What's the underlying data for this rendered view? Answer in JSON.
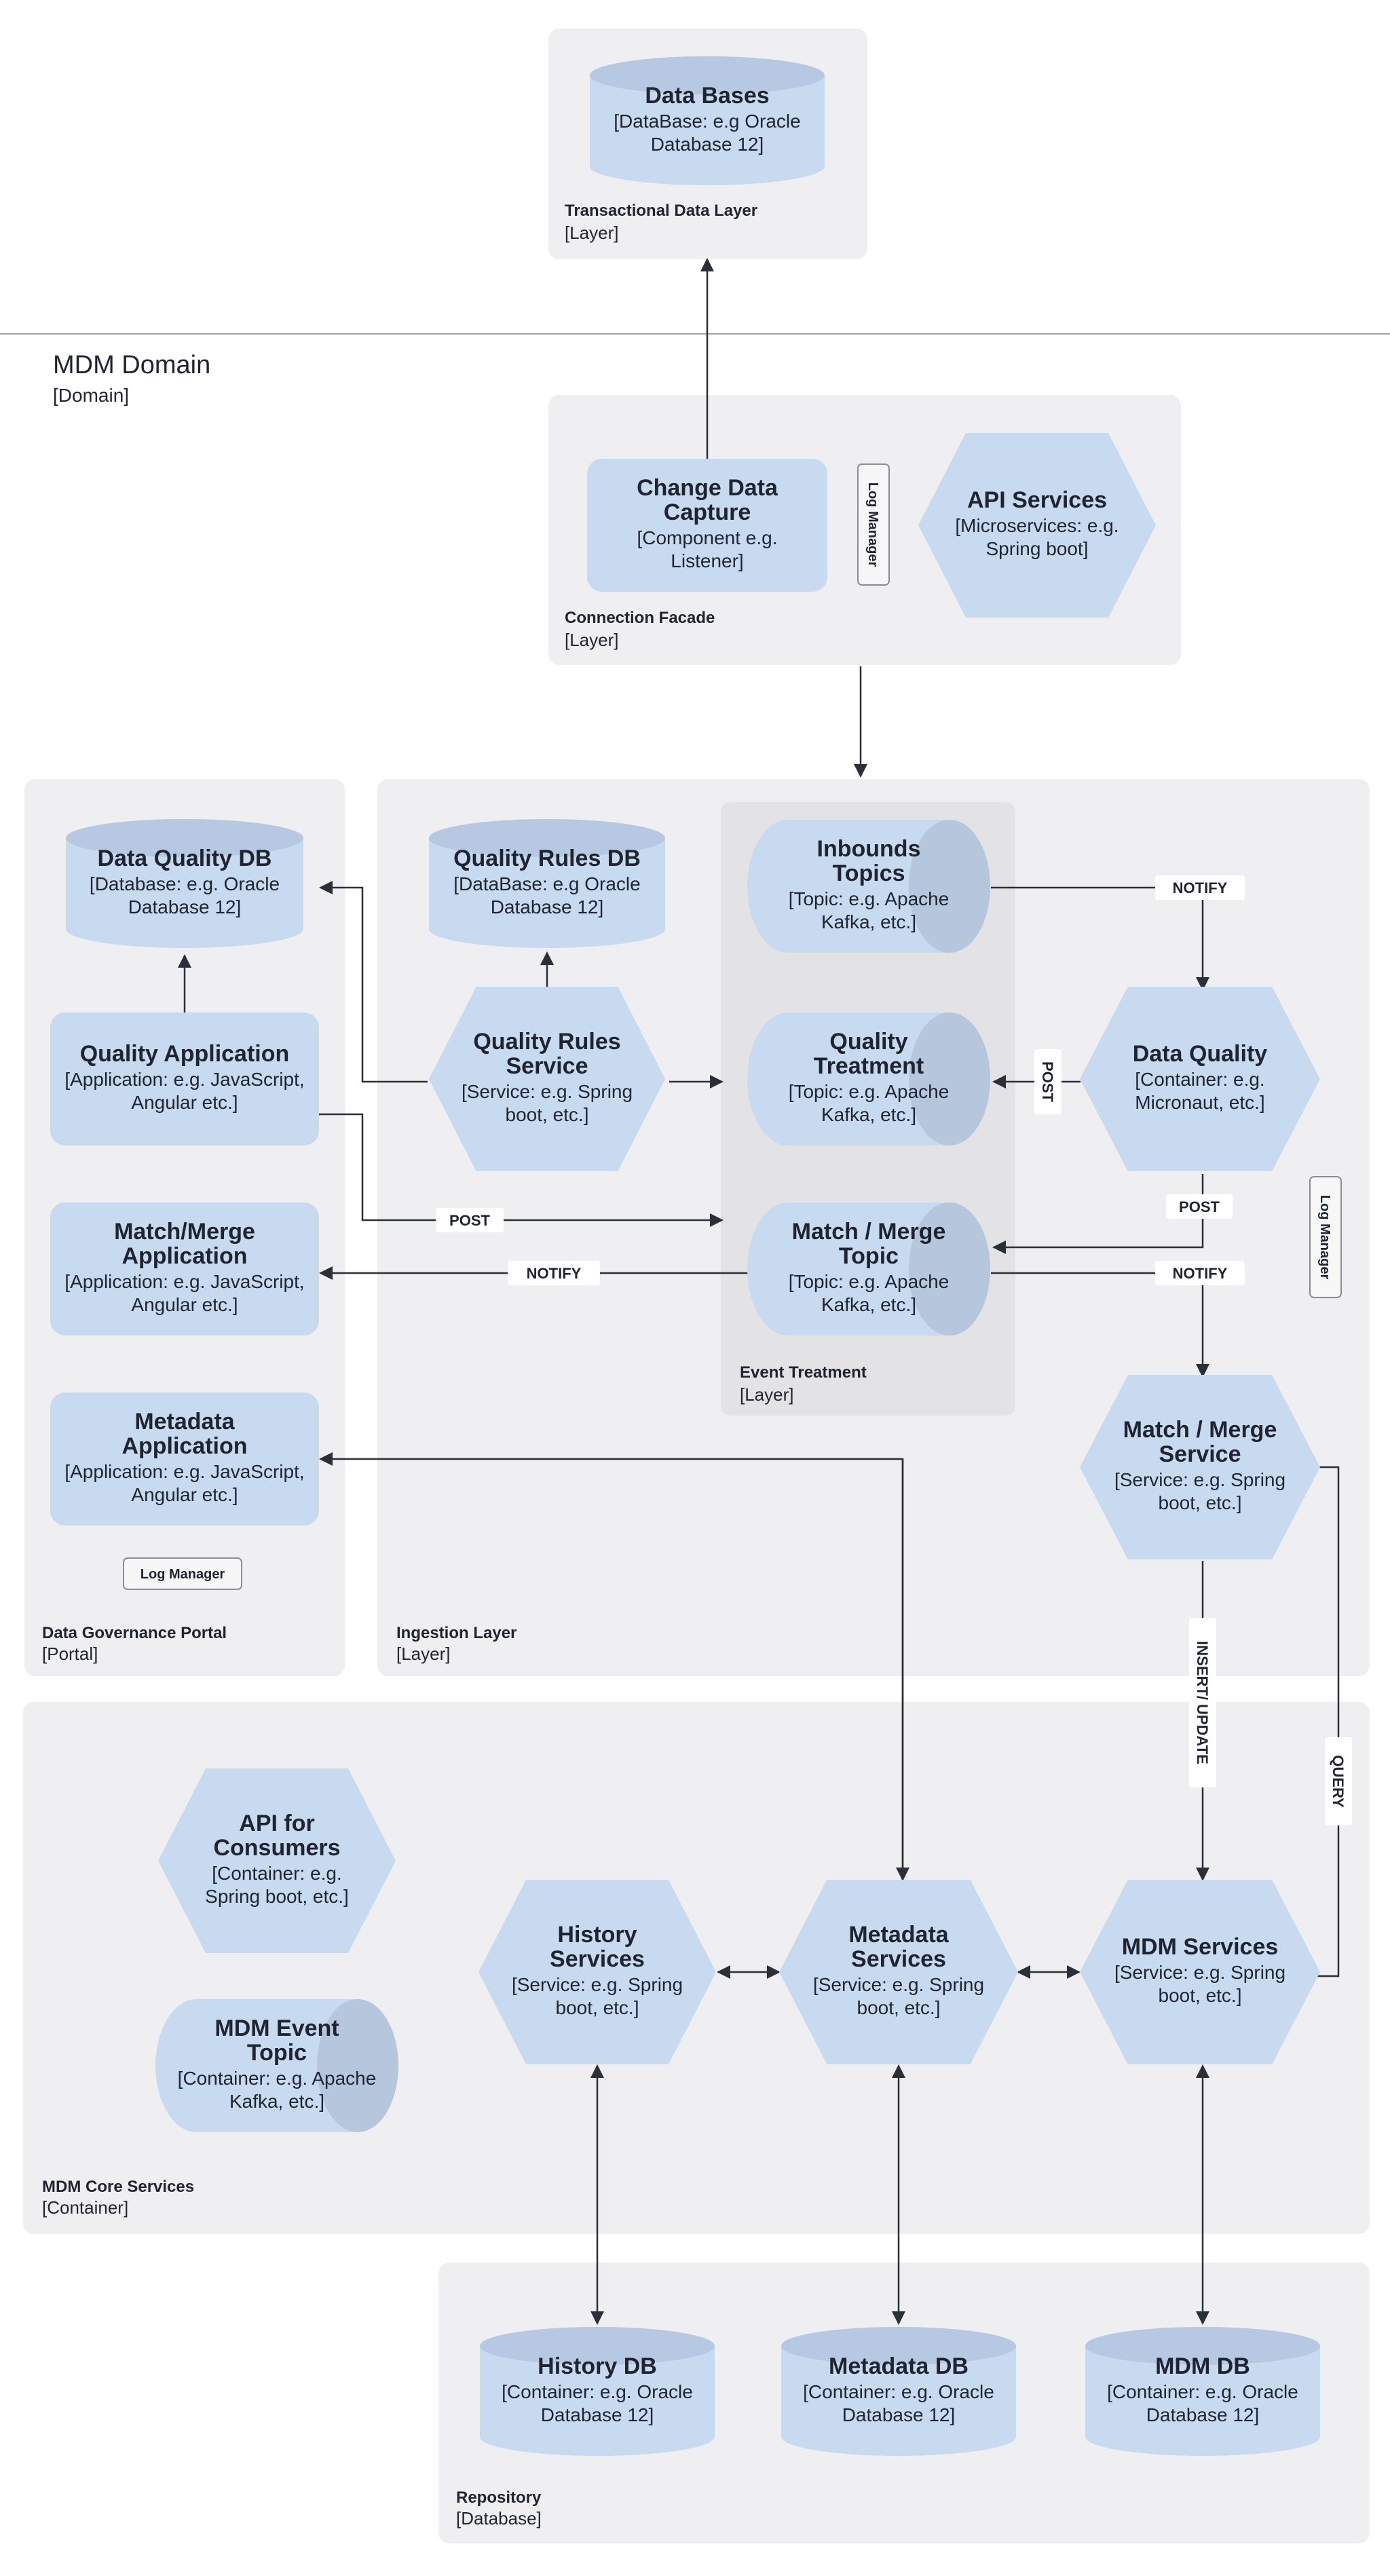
{
  "domain": {
    "title": "MDM Domain",
    "type": "[Domain]"
  },
  "layers": {
    "transactional": {
      "title": "Transactional Data Layer",
      "type": "[Layer]"
    },
    "connection": {
      "title": "Connection Facade",
      "type": "[Layer]"
    },
    "governance": {
      "title": "Data Governance Portal",
      "type": "[Portal]"
    },
    "ingestion": {
      "title": "Ingestion Layer",
      "type": "[Layer]"
    },
    "event": {
      "title": "Event Treatment",
      "type": "[Layer]"
    },
    "core": {
      "title": "MDM Core Services",
      "type": "[Container]"
    },
    "repository": {
      "title": "Repository",
      "type": "[Database]"
    }
  },
  "nodes": {
    "databases": {
      "title": [
        "Data Bases"
      ],
      "sub": [
        "[DataBase: e.g Oracle",
        "Database 12]"
      ]
    },
    "cdc": {
      "title": [
        "Change Data",
        "Capture"
      ],
      "sub": [
        "[Component e.g.",
        "Listener]"
      ]
    },
    "api_services": {
      "title": [
        "API Services"
      ],
      "sub": [
        "[Microservices: e.g.",
        "Spring boot]"
      ]
    },
    "dq_db": {
      "title": [
        "Data Quality DB"
      ],
      "sub": [
        "[Database: e.g. Oracle",
        "Database 12]"
      ]
    },
    "qr_db": {
      "title": [
        "Quality Rules DB"
      ],
      "sub": [
        "[DataBase: e.g Oracle",
        "Database 12]"
      ]
    },
    "quality_app": {
      "title": [
        "Quality Application"
      ],
      "sub": [
        "[Application: e.g. JavaScript,",
        "Angular etc.]"
      ]
    },
    "qr_service": {
      "title": [
        "Quality Rules",
        "Service"
      ],
      "sub": [
        "[Service: e.g. Spring",
        "boot, etc.]"
      ]
    },
    "inbound_topics": {
      "title": [
        "Inbounds",
        "Topics"
      ],
      "sub": [
        "[Topic: e.g. Apache",
        "Kafka, etc.]"
      ]
    },
    "quality_treatment": {
      "title": [
        "Quality",
        "Treatment"
      ],
      "sub": [
        "[Topic: e.g. Apache",
        "Kafka, etc.]"
      ]
    },
    "mm_topic": {
      "title": [
        "Match / Merge",
        "Topic"
      ],
      "sub": [
        "[Topic: e.g. Apache",
        "Kafka, etc.]"
      ]
    },
    "data_quality": {
      "title": [
        "Data Quality"
      ],
      "sub": [
        "[Container: e.g.",
        "Micronaut, etc.]"
      ]
    },
    "mm_app": {
      "title": [
        "Match/Merge",
        "Application"
      ],
      "sub": [
        "[Application: e.g. JavaScript,",
        "Angular etc.]"
      ]
    },
    "metadata_app": {
      "title": [
        "Metadata",
        "Application"
      ],
      "sub": [
        "[Application: e.g. JavaScript,",
        "Angular etc.]"
      ]
    },
    "mm_service": {
      "title": [
        "Match / Merge",
        "Service"
      ],
      "sub": [
        "[Service: e.g. Spring",
        "boot, etc.]"
      ]
    },
    "api_consumers": {
      "title": [
        "API for",
        "Consumers"
      ],
      "sub": [
        "[Container: e.g.",
        "Spring boot, etc.]"
      ]
    },
    "mdm_event_topic": {
      "title": [
        "MDM Event",
        "Topic"
      ],
      "sub": [
        "[Container: e.g. Apache",
        "Kafka, etc.]"
      ]
    },
    "history_services": {
      "title": [
        "History",
        "Services"
      ],
      "sub": [
        "[Service: e.g. Spring",
        "boot, etc.]"
      ]
    },
    "metadata_services": {
      "title": [
        "Metadata",
        "Services"
      ],
      "sub": [
        "[Service: e.g. Spring",
        "boot, etc.]"
      ]
    },
    "mdm_services": {
      "title": [
        "MDM Services"
      ],
      "sub": [
        "[Service: e.g. Spring",
        "boot, etc.]"
      ]
    },
    "history_db": {
      "title": [
        "History DB"
      ],
      "sub": [
        "[Container: e.g. Oracle",
        "Database 12]"
      ]
    },
    "metadata_db": {
      "title": [
        "Metadata DB"
      ],
      "sub": [
        "[Container: e.g. Oracle",
        "Database 12]"
      ]
    },
    "mdm_db": {
      "title": [
        "MDM DB"
      ],
      "sub": [
        "[Container: e.g. Oracle",
        "Database 12]"
      ]
    }
  },
  "badges": {
    "log_manager": "Log Manager"
  },
  "edge_labels": {
    "notify": "NOTIFY",
    "post": "POST",
    "insert_update": "INSERT/ UPDATE",
    "query": "QUERY"
  }
}
